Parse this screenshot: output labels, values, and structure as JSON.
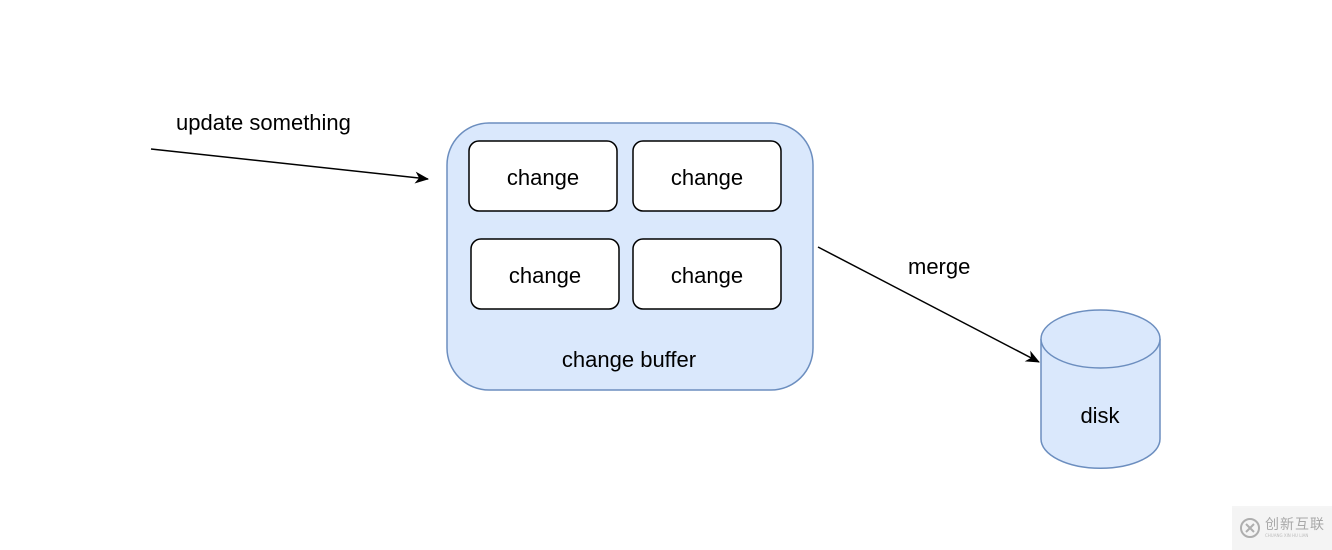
{
  "diagram": {
    "input_label": "update something",
    "buffer_label": "change buffer",
    "change_items": [
      {
        "label": "change"
      },
      {
        "label": "change"
      },
      {
        "label": "change"
      },
      {
        "label": "change"
      }
    ],
    "merge_label": "merge",
    "disk_label": "disk"
  },
  "colors": {
    "buffer_fill": "#dae8fc",
    "buffer_stroke": "#6c8ebf",
    "item_fill": "#ffffff",
    "item_stroke": "#000000",
    "arrow": "#000000"
  },
  "watermark": {
    "text": "创新互联",
    "subtext": "CHUANG XIN HU LIAN"
  }
}
